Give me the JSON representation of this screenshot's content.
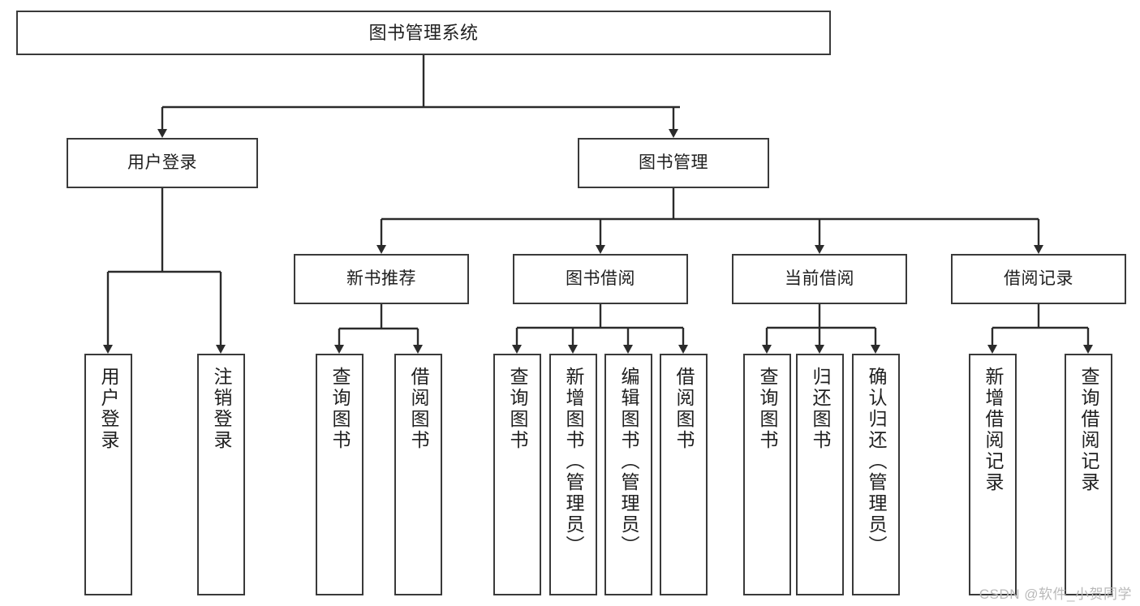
{
  "diagram": {
    "title": "图书管理系统",
    "type": "hierarchy-tree",
    "watermark": "CSDN @软件_小贺同学",
    "colors": {
      "box_stroke": "#3a3a3a",
      "box_fill": "#ffffff",
      "connector": "#2b2b2b",
      "text": "#1f1f1f",
      "watermark": "#b9b9b9"
    },
    "levels": [
      {
        "level": 1,
        "nodes": [
          {
            "id": "root",
            "label": "图书管理系统",
            "orientation": "horizontal"
          }
        ]
      },
      {
        "level": 2,
        "nodes": [
          {
            "id": "user-login",
            "label": "用户登录",
            "orientation": "horizontal",
            "parent": "root"
          },
          {
            "id": "book-manage",
            "label": "图书管理",
            "orientation": "horizontal",
            "parent": "root"
          }
        ]
      },
      {
        "level": 3,
        "nodes": [
          {
            "id": "new-book-rec",
            "label": "新书推荐",
            "orientation": "horizontal",
            "parent": "book-manage"
          },
          {
            "id": "book-borrow",
            "label": "图书借阅",
            "orientation": "horizontal",
            "parent": "book-manage"
          },
          {
            "id": "current-borrow",
            "label": "当前借阅",
            "orientation": "horizontal",
            "parent": "book-manage"
          },
          {
            "id": "borrow-record",
            "label": "借阅记录",
            "orientation": "horizontal",
            "parent": "book-manage"
          }
        ]
      },
      {
        "level": 4,
        "nodes": [
          {
            "id": "leaf-user-login",
            "label": "用户登录",
            "orientation": "vertical",
            "parent": "user-login"
          },
          {
            "id": "leaf-user-logout",
            "label": "注销登录",
            "orientation": "vertical",
            "parent": "user-login"
          },
          {
            "id": "leaf-query-book-1",
            "label": "查询图书",
            "orientation": "vertical",
            "parent": "new-book-rec"
          },
          {
            "id": "leaf-borrow-book-1",
            "label": "借阅图书",
            "orientation": "vertical",
            "parent": "new-book-rec"
          },
          {
            "id": "leaf-query-book-2",
            "label": "查询图书",
            "orientation": "vertical",
            "parent": "book-borrow"
          },
          {
            "id": "leaf-add-book",
            "label": "新增图书（管理员）",
            "orientation": "vertical",
            "parent": "book-borrow"
          },
          {
            "id": "leaf-edit-book",
            "label": "编辑图书（管理员）",
            "orientation": "vertical",
            "parent": "book-borrow"
          },
          {
            "id": "leaf-borrow-book-2",
            "label": "借阅图书",
            "orientation": "vertical",
            "parent": "book-borrow"
          },
          {
            "id": "leaf-query-book-3",
            "label": "查询图书",
            "orientation": "vertical",
            "parent": "current-borrow"
          },
          {
            "id": "leaf-return-book",
            "label": "归还图书",
            "orientation": "vertical",
            "parent": "current-borrow"
          },
          {
            "id": "leaf-confirm-return",
            "label": "确认归还（管理员）",
            "orientation": "vertical",
            "parent": "current-borrow"
          },
          {
            "id": "leaf-add-record",
            "label": "新增借阅记录",
            "orientation": "vertical",
            "parent": "borrow-record"
          },
          {
            "id": "leaf-query-record",
            "label": "查询借阅记录",
            "orientation": "vertical",
            "parent": "borrow-record"
          }
        ]
      }
    ]
  }
}
